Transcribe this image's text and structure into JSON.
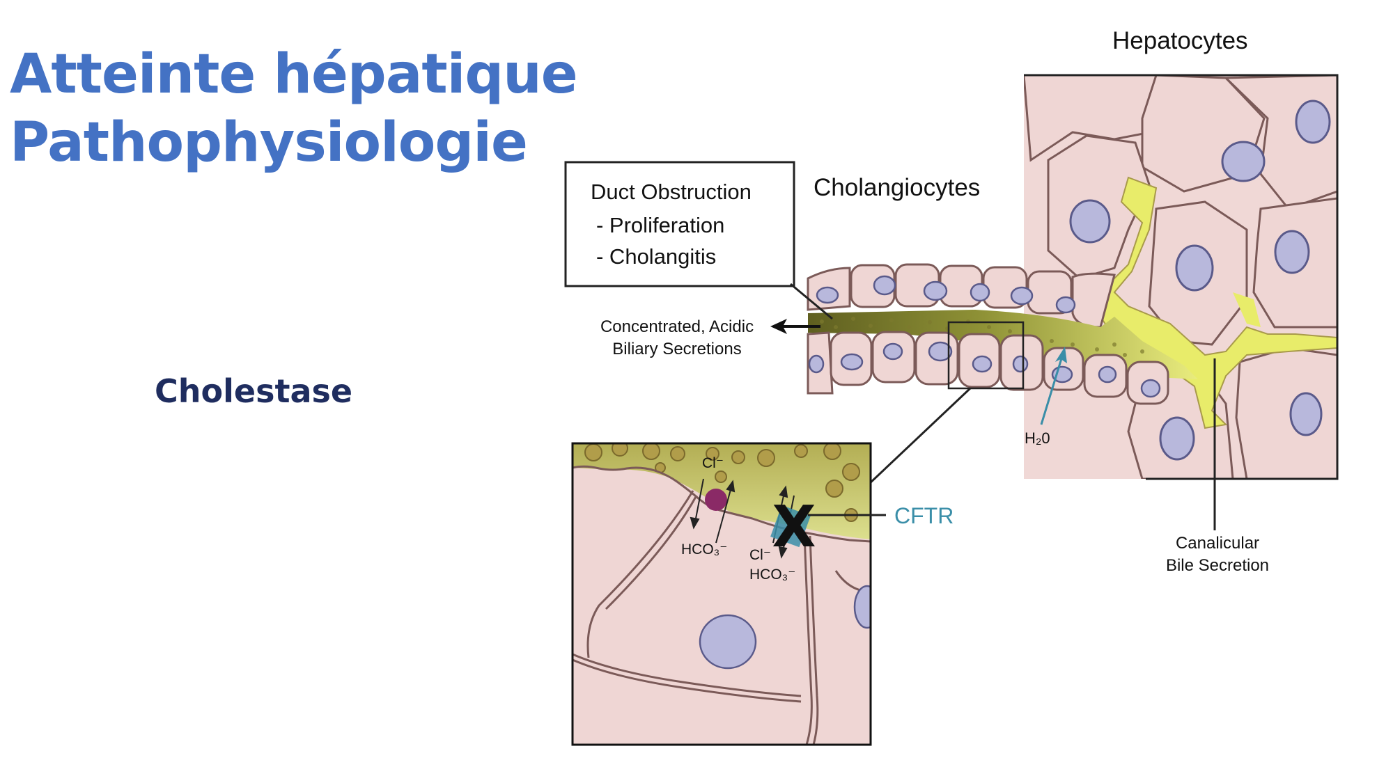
{
  "slide": {
    "title_line1": "Atteinte hépatique",
    "title_line2": "Pathophysiologie",
    "subtitle": "Cholestase"
  },
  "diagram": {
    "hepatocytes_label": "Hepatocytes",
    "cholangiocytes_label": "Cholangiocytes",
    "obstruction_box": {
      "title": "Duct Obstruction",
      "items": [
        "- Proliferation",
        "- Cholangitis"
      ]
    },
    "secretions_label_line1": "Concentrated, Acidic",
    "secretions_label_line2": "Biliary Secretions",
    "water_label": "H₂0",
    "canalicular_label_line1": "Canalicular",
    "canalicular_label_line2": "Bile Secretion",
    "cftr_label": "CFTR",
    "inset": {
      "cl_top": "Cl⁻",
      "hco3_left": "HCO₃⁻",
      "cl_bottom": "Cl⁻",
      "hco3_right": "HCO₃⁻",
      "blocked_mark": "X"
    },
    "colors": {
      "title": "#4472c4",
      "subtitle": "#1f2d5f",
      "cell_fill": "#efd6d4",
      "nucleus_fill": "#b8b8dc",
      "bile_yellow": "#e8ec6a",
      "concentrated_bile": "#7f7f2c",
      "cftr": "#3a8ea8",
      "chloride_channel": "#8a2a66"
    }
  }
}
